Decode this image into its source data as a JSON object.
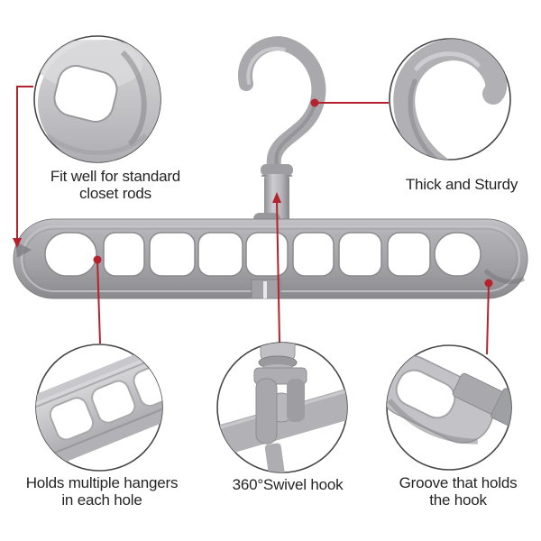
{
  "colors": {
    "background": "#ffffff",
    "accent_red": "#b3222d",
    "outline_dark": "#47474a",
    "text_color": "#252525",
    "hanger_gray": "#a8a8ac",
    "hanger_gray_dark": "#88888c",
    "hanger_gray_light": "#c9c9cd"
  },
  "callouts": [
    {
      "name": "fit-closet-rods",
      "label": "Fit well for standard\ncloset rods"
    },
    {
      "name": "thick-and-sturdy",
      "label": "Thick and Sturdy"
    },
    {
      "name": "holds-multiple-hangers",
      "label": "Holds multiple hangers\nin each hole"
    },
    {
      "name": "swivel-hook",
      "label": "360°Swivel hook"
    },
    {
      "name": "groove-holds-hook",
      "label": "Groove that holds\nthe hook"
    }
  ]
}
